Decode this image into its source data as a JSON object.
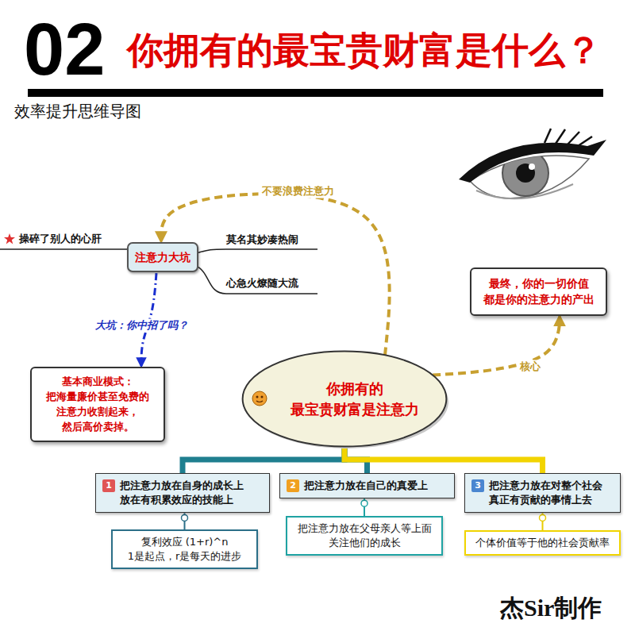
{
  "diagram": {
    "title": "你拥有的最宝贵财富是什么？",
    "nodes": [
      {
        "text": [
          "注意力大坑"
        ]
      },
      {
        "text": [
          "基本商业模式： 把海量廉价甚至免费的 注意力收割起来， 然后高价卖掉。"
        ]
      },
      {
        "text": [
          "你拥有的 最宝贵财富是注意力"
        ]
      },
      {
        "text": [
          "最终，你的一切价值 都是你的注意力的产出"
        ]
      },
      {
        "text": [
          "1",
          "把注意力放在自身的成长上 放在有积累效应的技能上"
        ]
      },
      {
        "text": [
          "2",
          "把注意力放在自己的真爱上"
        ]
      },
      {
        "text": [
          "3",
          "把注意力放在对整个社会 真正有贡献的事情上去"
        ]
      },
      {
        "text": [
          "复利效应 (1+r)^n 1是起点，r是每天的进步"
        ]
      },
      {
        "text": [
          "把注意力放在父母亲人等上面 关注他们的成长"
        ]
      },
      {
        "text": [
          "个体价值等于他的社会贡献率"
        ]
      }
    ],
    "edges": [
      {
        "from": 2,
        "to": 0,
        "arrow": "to",
        "label": "不要浪费注意力"
      },
      {
        "from": 0,
        "to": 1,
        "arrow": "to",
        "label": "大坑：你中招了吗？"
      },
      {
        "from": 2,
        "to": 3,
        "arrow": "to",
        "label": "核心"
      },
      {
        "from": 2,
        "to": 4,
        "arrow": "none"
      },
      {
        "from": 2,
        "to": 5,
        "arrow": "none"
      },
      {
        "from": 2,
        "to": 6,
        "arrow": "none"
      },
      {
        "from": 4,
        "to": 7,
        "arrow": "none"
      },
      {
        "from": 5,
        "to": 8,
        "arrow": "none"
      },
      {
        "from": 6,
        "to": 9,
        "arrow": "none"
      }
    ],
    "labels": [
      "02",
      "效率提升思维导图",
      "操碎了别人的心肝",
      "莫名其妙凑热闹",
      "心急火燎随大流",
      "杰Sir制作"
    ]
  }
}
